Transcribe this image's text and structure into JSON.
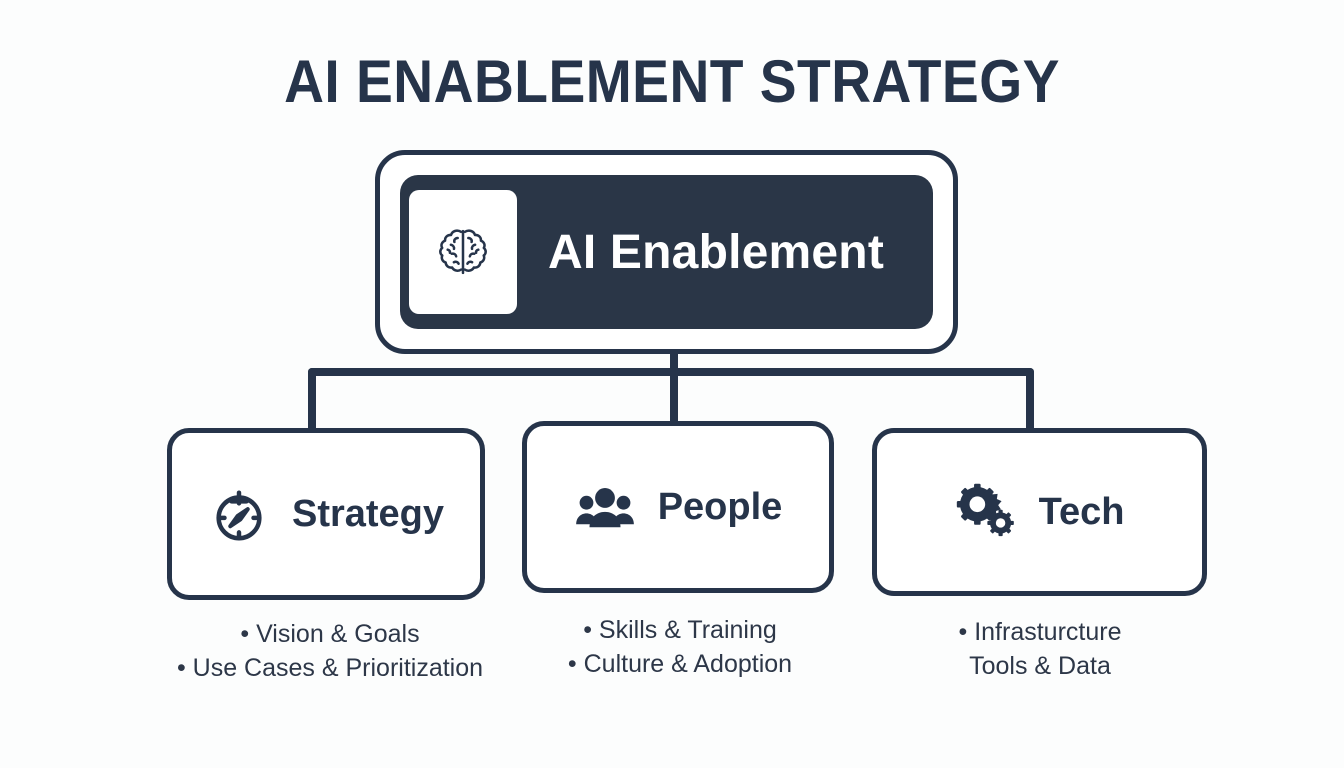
{
  "title": "AI ENABLEMENT STRATEGY",
  "colors": {
    "background": "#fcfdfd",
    "ink": "#26344a",
    "node_fill": "#2a3647",
    "node_text": "#ffffff",
    "body_text": "#2d3748"
  },
  "root": {
    "label": "AI Enablement",
    "icon": "brain-icon"
  },
  "branches": [
    {
      "id": "strategy",
      "label": "Strategy",
      "icon": "compass-icon",
      "bullets": [
        "• Vision & Goals",
        "• Use Cases & Prioritization"
      ]
    },
    {
      "id": "people",
      "label": "People",
      "icon": "people-group-icon",
      "bullets": [
        "• Skills & Training",
        "• Culture & Adoption"
      ]
    },
    {
      "id": "tech",
      "label": "Tech",
      "icon": "gears-icon",
      "bullets": [
        "• Infrasturcture",
        "Tools & Data"
      ]
    }
  ]
}
